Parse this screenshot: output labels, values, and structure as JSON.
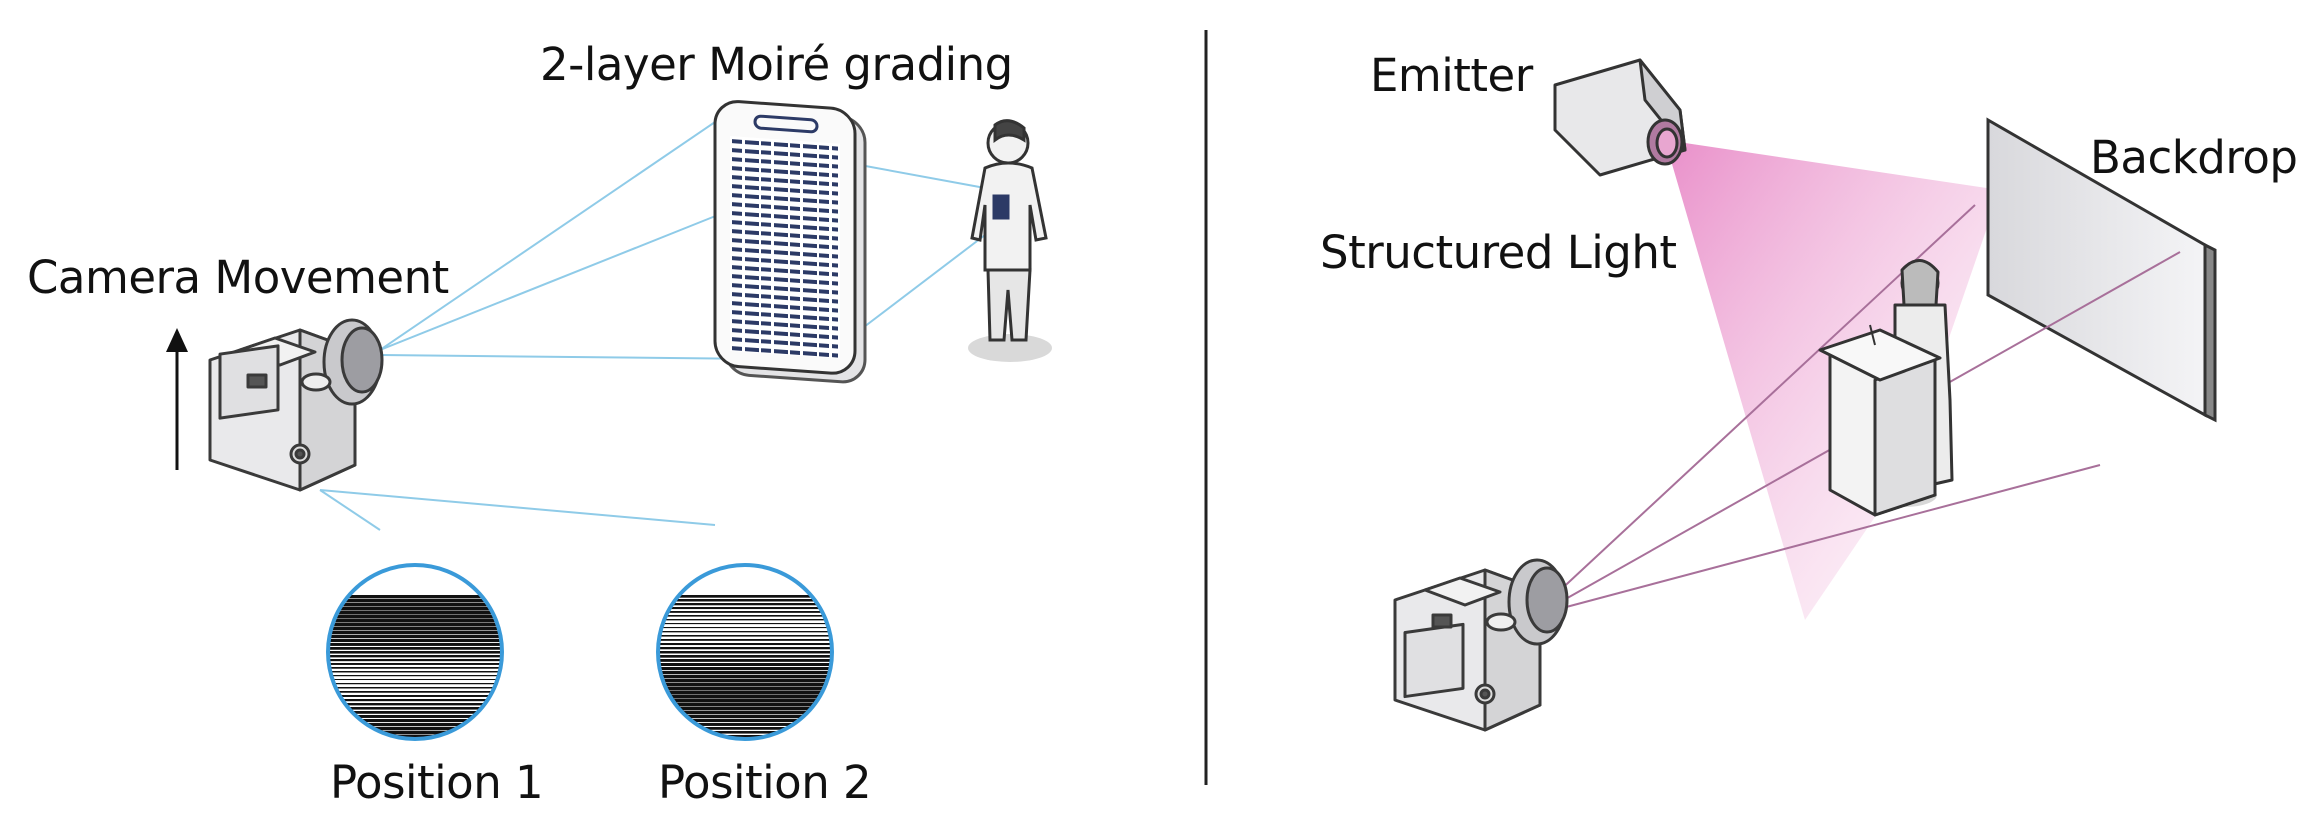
{
  "left_panel": {
    "grating_label": "2-layer Moiré grading",
    "camera_movement_label": "Camera Movement",
    "position_1_label": "Position 1",
    "position_2_label": "Position 2"
  },
  "right_panel": {
    "emitter_label": "Emitter",
    "structured_light_label": "Structured Light",
    "backdrop_label": "Backdrop"
  },
  "colors": {
    "sight_line": "#8fcbe8",
    "magnifier_ring": "#3a9ad9",
    "light_beam": "#e57bc0",
    "ray_line": "#a8709a",
    "grating_lines": "#2c3a66",
    "outline": "#3a3a3a"
  }
}
